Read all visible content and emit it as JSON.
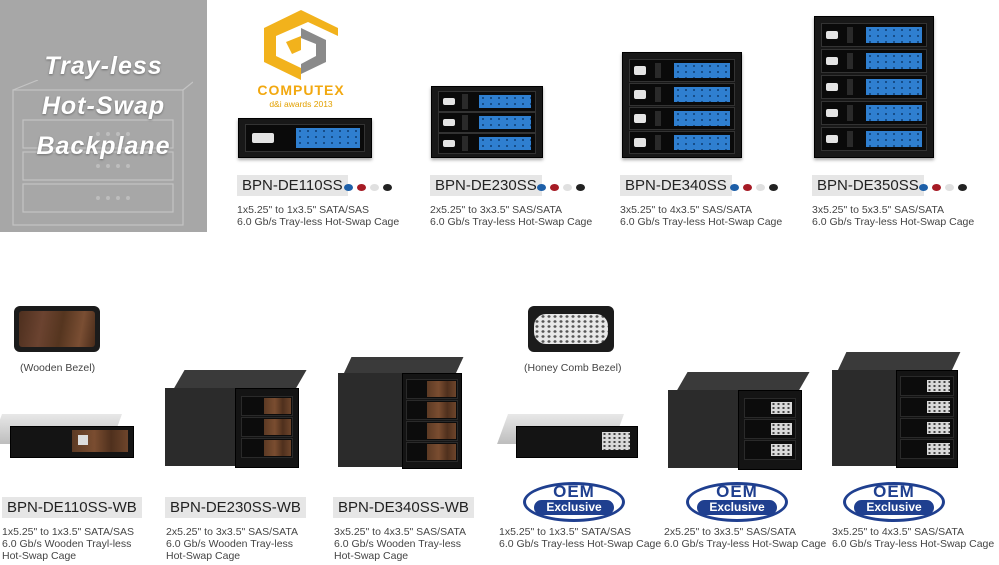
{
  "hero": {
    "line1": "Tray-less",
    "line2": "Hot-Swap",
    "line3": "Backplane"
  },
  "award": {
    "brand": "COMPUTEX",
    "sub": "d&i awards 2013"
  },
  "colors": {
    "blue": "#1d5fa8",
    "red": "#a61b25",
    "white": "#e0e0e0",
    "black": "#222222",
    "oem_blue": "#1f3f8f"
  },
  "top_products": [
    {
      "name": "BPN-DE110SS",
      "desc1": "1x5.25\" to 1x3.5\" SATA/SAS",
      "desc2": "6.0 Gb/s Tray-less Hot-Swap Cage"
    },
    {
      "name": "BPN-DE230SS",
      "desc1": "2x5.25\" to 3x3.5\" SAS/SATA",
      "desc2": "6.0 Gb/s Tray-less Hot-Swap Cage"
    },
    {
      "name": "BPN-DE340SS",
      "desc1": "3x5.25\" to 4x3.5\" SAS/SATA",
      "desc2": "6.0 Gb/s Tray-less Hot-Swap Cage"
    },
    {
      "name": "BPN-DE350SS",
      "desc1": "3x5.25\" to 5x3.5\" SAS/SATA",
      "desc2": "6.0 Gb/s Tray-less Hot-Swap Cage"
    }
  ],
  "bezels": {
    "wooden": "(Wooden Bezel)",
    "honey": "(Honey Comb Bezel)"
  },
  "oem": {
    "line1": "OEM",
    "line2": "Exclusive"
  },
  "bottom_products": [
    {
      "name": "BPN-DE110SS-WB",
      "desc1": "1x5.25\" to 1x3.5\" SATA/SAS",
      "desc2": "6.0 Gb/s Wooden Trayl-less",
      "desc3": "Hot-Swap Cage"
    },
    {
      "name": "BPN-DE230SS-WB",
      "desc1": "2x5.25\" to 3x3.5\" SAS/SATA",
      "desc2": "6.0 Gb/s Wooden Tray-less",
      "desc3": "Hot-Swap Cage"
    },
    {
      "name": "BPN-DE340SS-WB",
      "desc1": "3x5.25\" to 4x3.5\" SAS/SATA",
      "desc2": "6.0 Gb/s Wooden Tray-less",
      "desc3": "Hot-Swap Cage"
    },
    {
      "desc1": "1x5.25\" to 1x3.5\" SATA/SAS",
      "desc2": "6.0 Gb/s Tray-less Hot-Swap Cage"
    },
    {
      "desc1": "2x5.25\" to 3x3.5\" SAS/SATA",
      "desc2": "6.0 Gb/s Tray-less Hot-Swap Cage"
    },
    {
      "desc1": "3x5.25\" to 4x3.5\" SAS/SATA",
      "desc2": "6.0 Gb/s Tray-less Hot-Swap Cage"
    }
  ]
}
